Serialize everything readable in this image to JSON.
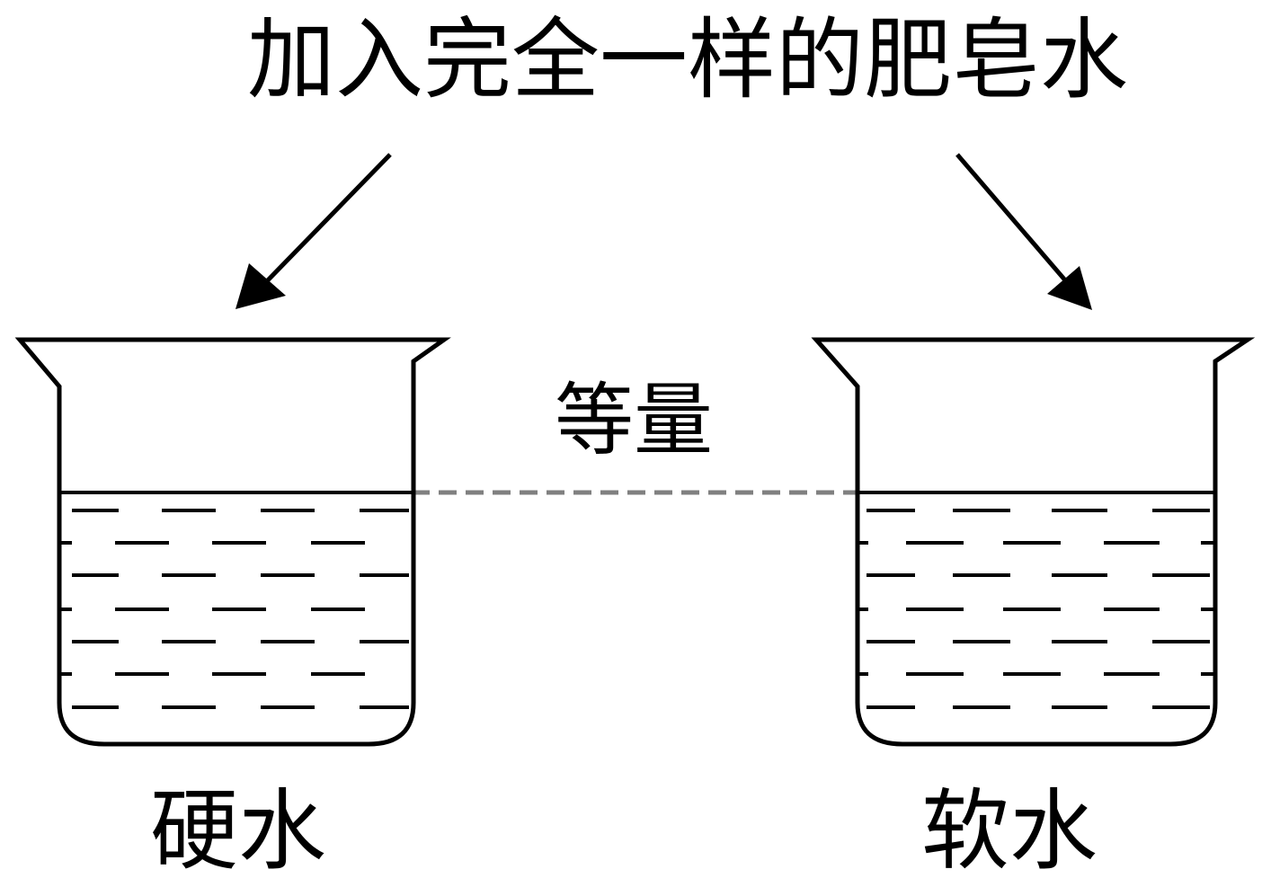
{
  "diagram": {
    "title": "加入完全一样的肥皂水",
    "middle_label": "等量",
    "left_beaker": {
      "label": "硬水"
    },
    "right_beaker": {
      "label": "软水"
    },
    "colors": {
      "stroke": "#000000",
      "level_line": "#808080",
      "background": "#ffffff"
    }
  }
}
